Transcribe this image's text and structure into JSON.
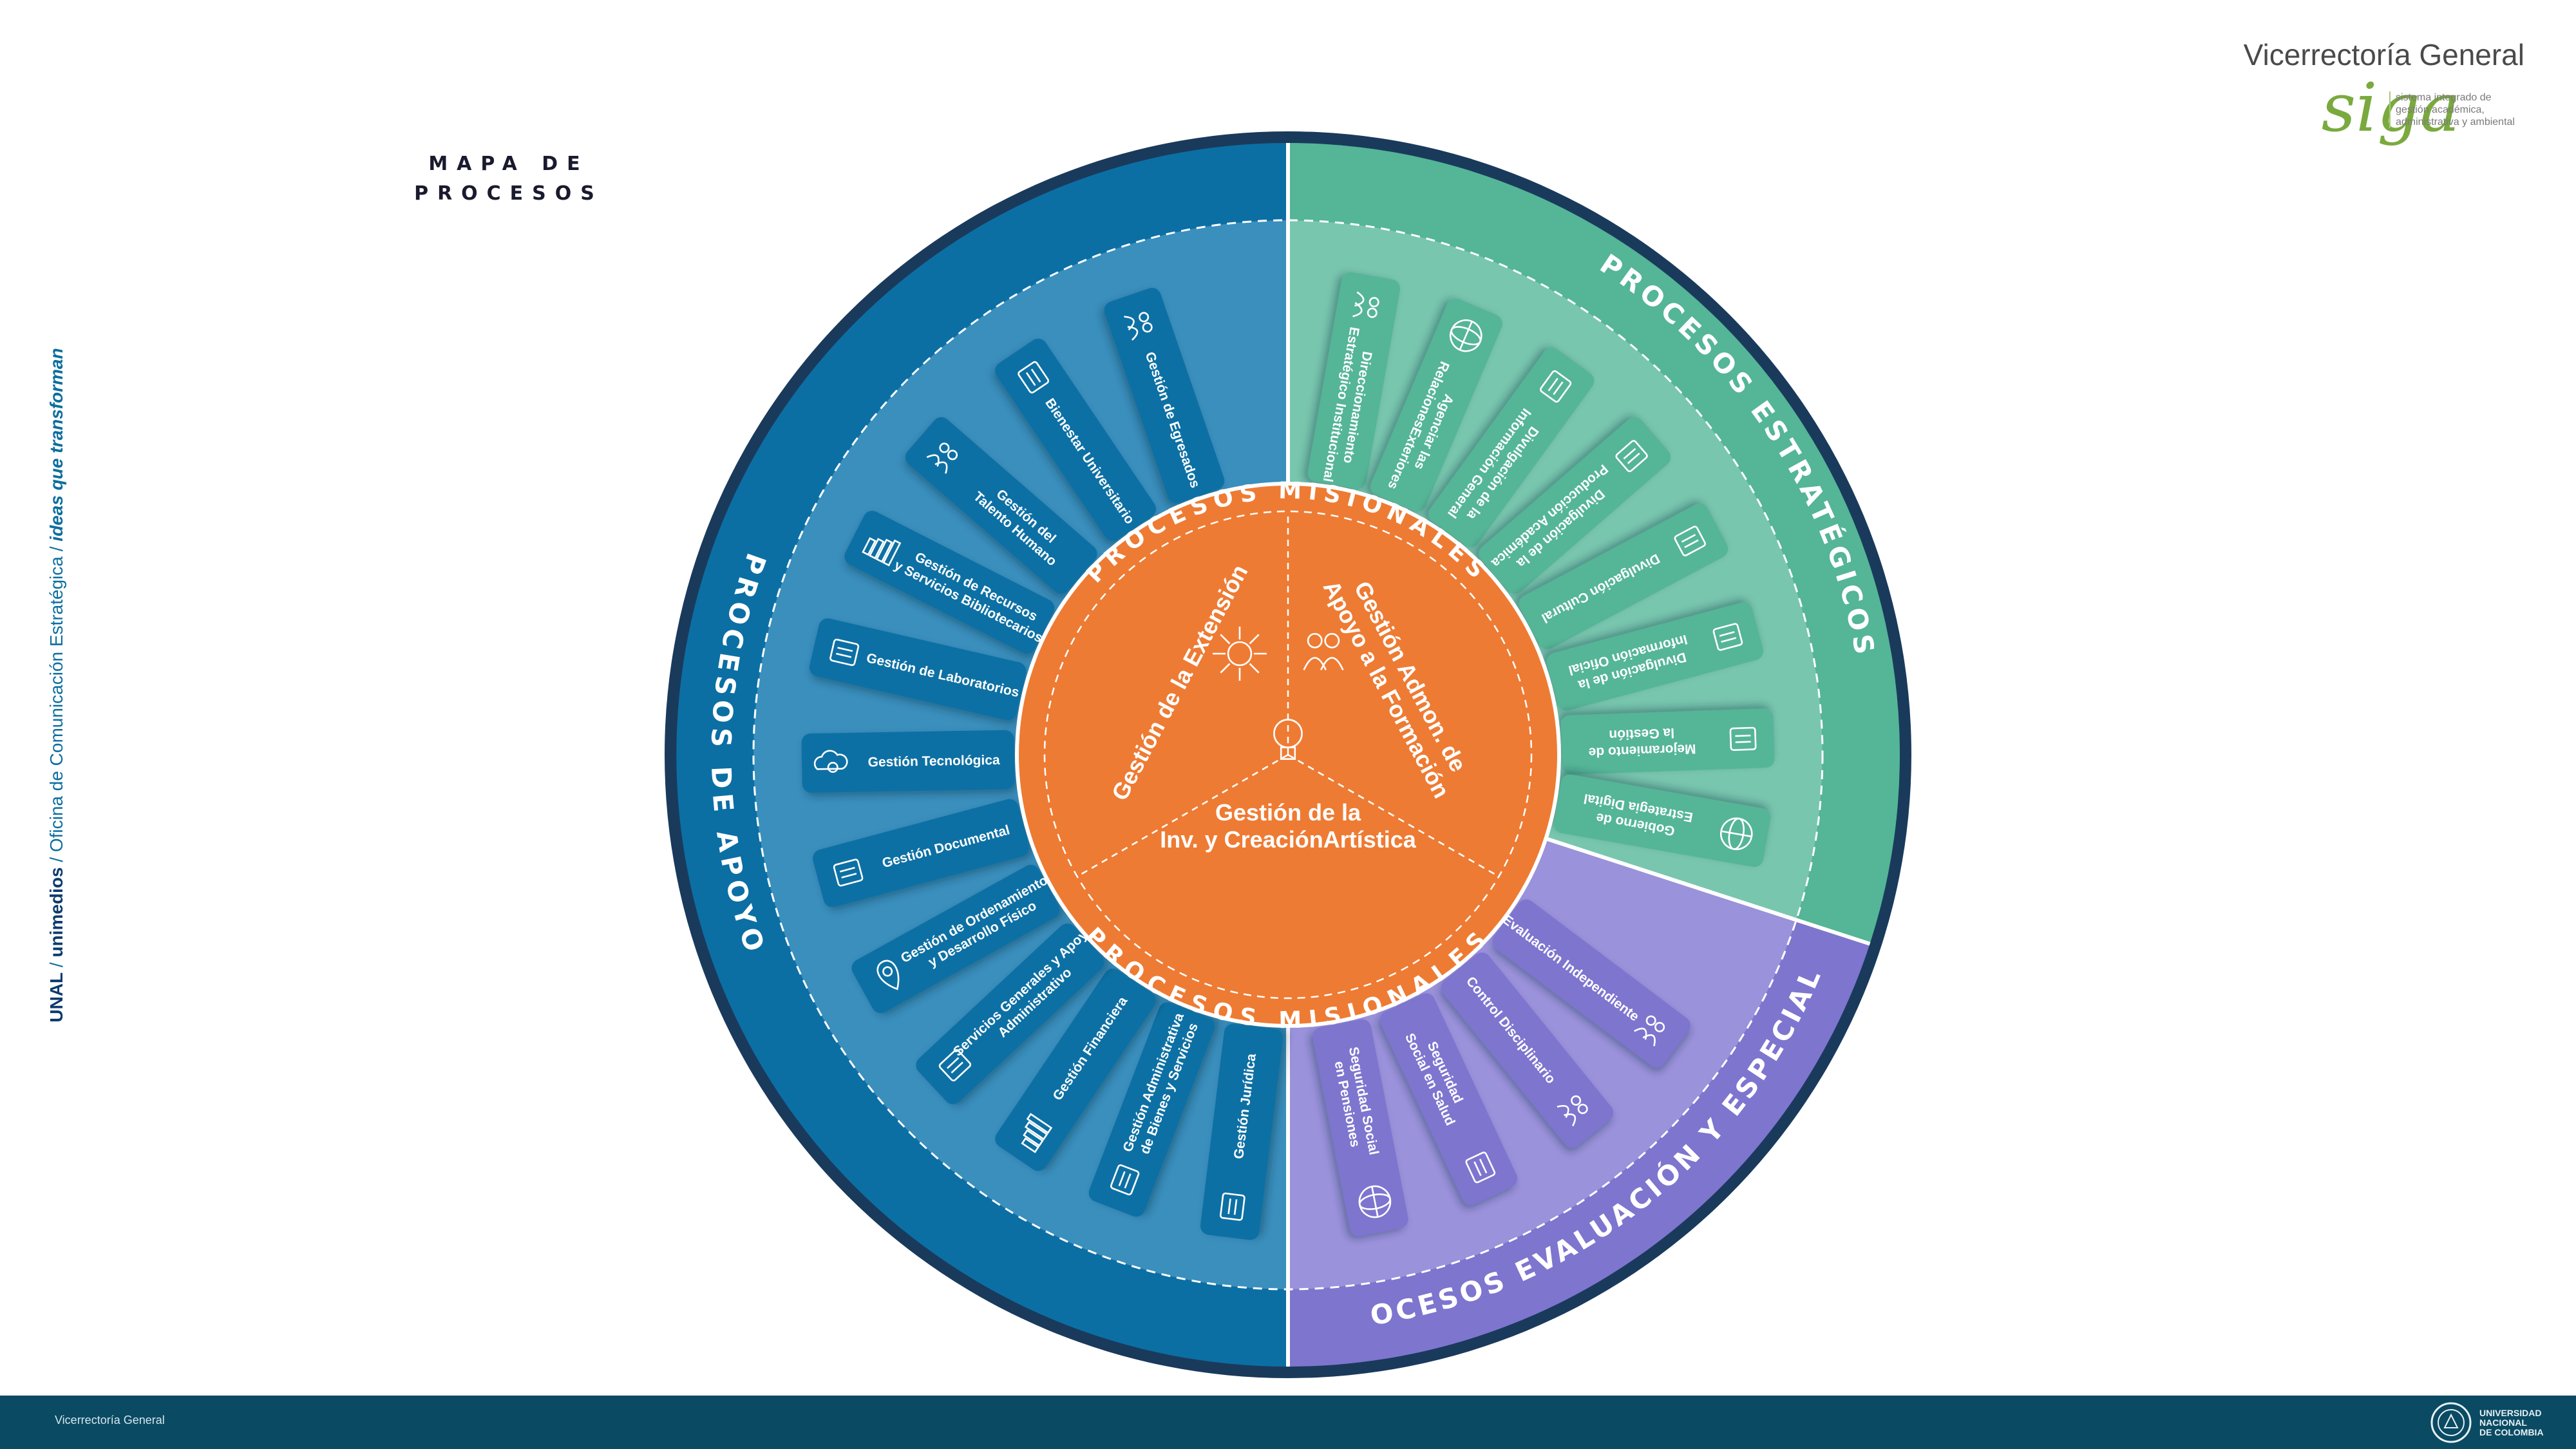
{
  "page_title": "MAPA DE\nPROCESOS",
  "side_caption": {
    "part1": "UNAL",
    "sep1": " / ",
    "part2": "unimedios",
    "sep2": " / Oficina de Comunicación Estratégica / ",
    "part3": "ideas que transforman"
  },
  "brand": {
    "title": "Vicerrectoría General",
    "logo": "siga",
    "subtitle": "sistema integrado de gestión académica, administrativa y ambiental"
  },
  "footer": {
    "label": "Vicerrectoría General",
    "university": [
      "UNIVERSIDAD",
      "NACIONAL",
      "DE COLOMBIA"
    ]
  },
  "colors": {
    "ring_outline": "#1a3a5c",
    "apoyo": "#0b6fa4",
    "apoyo_inner": "#3a8fbd",
    "apoyo_card": "#0b6fa4",
    "estrategicos": "#54b597",
    "estrategicos_inner": "#78c6ae",
    "estrategicos_card": "#54b597",
    "evaluacion": "#7e75cf",
    "evaluacion_inner": "#9b92dc",
    "evaluacion_card": "#7e75cf",
    "misionales": "#ee7b33"
  },
  "sections": {
    "estrategicos": {
      "title": "PROCESOS ESTRATÉGICOS",
      "items": [
        {
          "label": "Direccionamiento\nEstratégico Institucional",
          "icon": "people-network-icon"
        },
        {
          "label": "Agenciar las\nRelacionesExteriores",
          "icon": "globe-hand-icon"
        },
        {
          "label": "Divulgación de la\nInformación General",
          "icon": "newspaper-icon"
        },
        {
          "label": "Divulgación de la\nProducción Académica",
          "icon": "science-box-icon"
        },
        {
          "label": "Divulgación Cultural",
          "icon": "clapperboard-icon"
        },
        {
          "label": "Divulgación de la\nInformación Oficial",
          "icon": "building-icon"
        },
        {
          "label": "Mejoramiento de\nla Gestión",
          "icon": "gear-checklist-icon"
        },
        {
          "label": "Gobierno de\nEstrategia Digital",
          "icon": "globe-monitor-icon"
        }
      ]
    },
    "evaluacion": {
      "title": "PROCESOS EVALUACIÓN Y ESPECIALES",
      "items": [
        {
          "label": "Seguridad Social\nen Pensiones",
          "icon": "globe-grid-icon"
        },
        {
          "label": "Seguridad\nSocial en Salud",
          "icon": "stethoscope-icon"
        },
        {
          "label": "Control Disciplinario",
          "icon": "magnifier-person-icon"
        },
        {
          "label": "Evaluación Independiente",
          "icon": "person-chart-icon"
        }
      ]
    },
    "apoyo": {
      "title": "PROCESOS DE APOYO",
      "items": [
        {
          "label": "Gestión Jurídica",
          "icon": "scales-icon"
        },
        {
          "label": "Gestión Administrativa\nde Bienes y Servicios",
          "icon": "dice-box-icon"
        },
        {
          "label": "Gestión Financiera",
          "icon": "bar-chart-icon"
        },
        {
          "label": "Servicios Generales y Apoyo\nAdministrativo",
          "icon": "paper-stack-icon"
        },
        {
          "label": "Gestión de Ordenamiento\ny Desarrollo Físico",
          "icon": "map-pin-icon"
        },
        {
          "label": "Gestión Documental",
          "icon": "folder-box-icon"
        },
        {
          "label": "Gestión Tecnológica",
          "icon": "cloud-icon"
        },
        {
          "label": "Gestión de Laboratorios",
          "icon": "microscope-icon"
        },
        {
          "label": "Gestión de Recursos\ny Servicios Bibliotecarios",
          "icon": "books-icon"
        },
        {
          "label": "Gestión del\nTalento Humano",
          "icon": "team-icon"
        },
        {
          "label": "Bienestar Universitario",
          "icon": "tree-icon"
        },
        {
          "label": "Gestión de Egresados",
          "icon": "network-people-icon"
        }
      ]
    },
    "misionales": {
      "title_top": "PROCESOS MISIONALES",
      "title_bottom": "PROCESOS MISIONALES",
      "items": [
        {
          "label": "Gestión de la Extensión",
          "icon": "expand-arrows-icon"
        },
        {
          "label": "Gestión Admon. de\nApoyo a la Formación",
          "icon": "person-ruler-icon"
        },
        {
          "label": "Gestión de la\nInv. y CreaciónArtística",
          "icon": "lightbulb-icon"
        }
      ]
    }
  }
}
